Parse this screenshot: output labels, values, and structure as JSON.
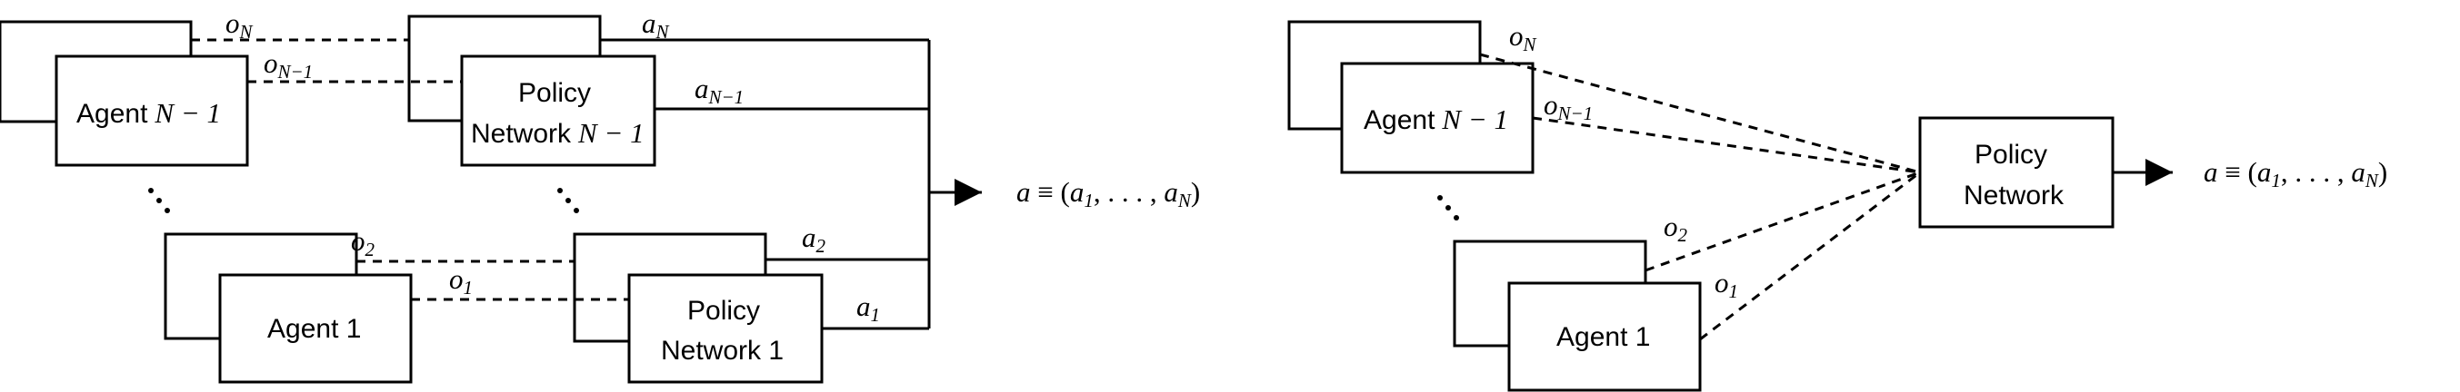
{
  "left": {
    "agent_n_minus_1": {
      "name": "Agent",
      "var": "N",
      "rest": " − 1"
    },
    "agent_1": "Agent 1",
    "policy_n_minus_1": {
      "line1": "Policy",
      "line2_name": "Network",
      "line2_var": "N",
      "line2_rest": " − 1"
    },
    "policy_1": {
      "line1": "Policy",
      "line2": "Network 1"
    },
    "obs": {
      "oN": "o",
      "oN_sub": "N",
      "oN1": "o",
      "oN1_sub": "N−1",
      "o2": "o",
      "o2_sub": "2",
      "o1": "o",
      "o1_sub": "1"
    },
    "act": {
      "aN": "a",
      "aN_sub": "N",
      "aN1": "a",
      "aN1_sub": "N−1",
      "a2": "a",
      "a2_sub": "2",
      "a1": "a",
      "a1_sub": "1"
    },
    "joint": {
      "lhs": "a",
      "eq": " ≡ (",
      "a": "a",
      "s1": "1",
      "mid": ", . . . , ",
      "aN": "a",
      "sN": "N",
      "end": ")"
    }
  },
  "right": {
    "agent_n_minus_1": {
      "name": "Agent",
      "var": "N",
      "rest": " − 1"
    },
    "agent_1": "Agent 1",
    "policy": {
      "line1": "Policy",
      "line2": "Network"
    },
    "obs": {
      "oN": "o",
      "oN_sub": "N",
      "oN1": "o",
      "oN1_sub": "N−1",
      "o2": "o",
      "o2_sub": "2",
      "o1": "o",
      "o1_sub": "1"
    },
    "joint": {
      "lhs": "a",
      "eq": " ≡ (",
      "a": "a",
      "s1": "1",
      "mid": ", . . . , ",
      "aN": "a",
      "sN": "N",
      "end": ")"
    }
  }
}
